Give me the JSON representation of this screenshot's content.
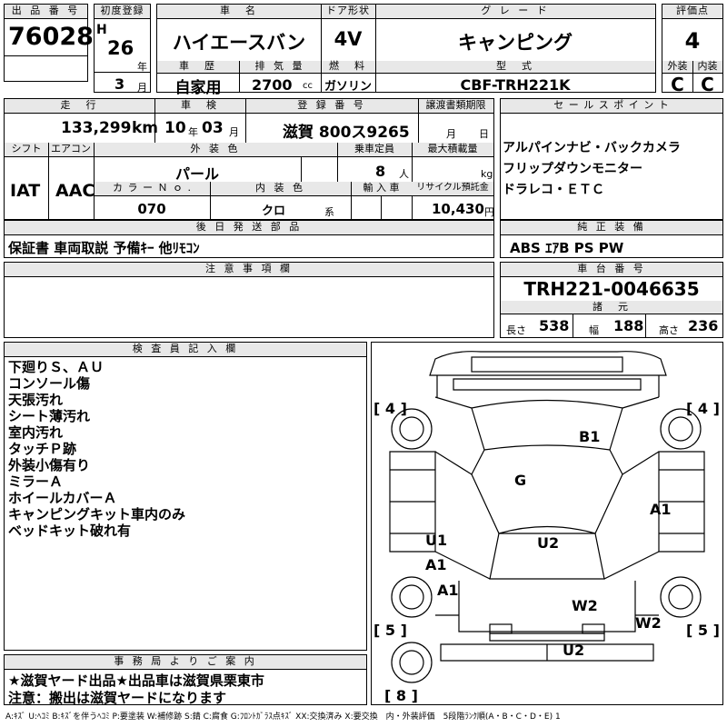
{
  "header": {
    "lot_no_label": "出 品 番 号",
    "lot_no": "76028",
    "first_reg_label": "初度登録",
    "era": "H",
    "year": "26",
    "year_unit": "年",
    "month": "3",
    "month_unit": "月",
    "car_name_label": "車　名",
    "car_name": "ハイエースバン",
    "doors_label": "ドア形状",
    "doors": "4V",
    "grade_label": "グ レ ー ド",
    "grade": "キャンピング",
    "score_label": "評価点",
    "score": "4",
    "history_label": "車　歴",
    "history": "自家用",
    "displacement_label": "排 気 量",
    "displacement": "2700",
    "displacement_unit": "cc",
    "fuel_label": "燃　料",
    "fuel": "ガソリン",
    "model_label": "型　式",
    "model": "CBF-TRH221K",
    "exterior_label": "外装",
    "exterior": "C",
    "interior_label": "内装",
    "interior": "C"
  },
  "specs": {
    "mileage_label": "走　行",
    "mileage": "133,299",
    "mileage_unit": "km",
    "inspection_label": "車　検",
    "inspection_year": "10",
    "inspection_year_unit": "年",
    "inspection_month": "03",
    "inspection_month_unit": "月",
    "plate_label": "登 録 番 号",
    "plate": "滋賀 800ス9265",
    "transfer_label": "譲渡書類期限",
    "transfer_month_unit": "月",
    "transfer_day_unit": "日",
    "shift_label": "シフト",
    "shift": "IAT",
    "ac_label": "エアコン",
    "ac": "AAC",
    "color_label": "外 装 色",
    "color": "パール",
    "capacity_label": "乗車定員",
    "capacity": "8",
    "capacity_unit": "人",
    "load_label": "最大積載量",
    "load_unit": "kg",
    "color_no_label": "カ ラ ー Ｎ ｏ .",
    "color_no": "070",
    "interior_color_label": "内 装 色",
    "interior_color": "クロ",
    "interior_color_unit": "系",
    "import_label": "輸 入 車",
    "recycle_label": "リサイクル預託金",
    "recycle": "10,430",
    "recycle_unit": "円"
  },
  "sales_points": {
    "label": "セ ー ル ス ポ イ ン ト",
    "lines": [
      "アルパインナビ・バックカメラ",
      "フリップダウンモニター",
      "ドラレコ・ＥＴＣ"
    ]
  },
  "accessories": {
    "label": "後 日 発 送 部 品",
    "value": "保証書 車両取説 予備ｷｰ 他ﾘﾓｺﾝ"
  },
  "equipment": {
    "label": "純 正 装 備",
    "value": "ABS ｴｱB PS PW"
  },
  "notes": {
    "label": "注 意 事 項 欄"
  },
  "chassis": {
    "label": "車 台 番 号",
    "value": "TRH221-0046635",
    "dims_label": "諸　元",
    "length_label": "長さ",
    "length": "538",
    "width_label": "幅",
    "width": "188",
    "height_label": "高さ",
    "height": "236"
  },
  "inspector": {
    "label": "検 査 員 記 入 欄",
    "lines": [
      "下廻りＳ、ＡＵ",
      "コンソール傷",
      "天張汚れ",
      "シート薄汚れ",
      "室内汚れ",
      "タッチＰ跡",
      "外装小傷有り",
      "ミラーＡ",
      "ホイールカバーＡ",
      "キャンピングキット車内のみ",
      "ベッドキット破れ有"
    ]
  },
  "diagram": {
    "marks": {
      "b1": "B1",
      "g": "G",
      "a1_right": "A1",
      "u1": "U1",
      "a1_left_upper": "A1",
      "u2_mid": "U2",
      "a1_left_lower": "A1",
      "w2_mid": "W2",
      "w2_right": "W2",
      "u2_bottom": "U2"
    },
    "tires": {
      "front_left": "4",
      "front_right": "4",
      "rear_left": "5",
      "rear_right": "5",
      "spare": "8"
    }
  },
  "office": {
    "label": "事 務 局 よ り ご 案 内",
    "line1": "★滋賀ヤード出品★出品車は滋賀県栗東市",
    "line2": "注意：搬出は滋賀ヤードになります"
  },
  "legend": "A:ｷｽﾞ U:ﾍｺﾐ B:ｷｽﾞを伴うﾍｺﾐ P:要塗装 W:補修跡 S:錆 C:腐食 G:ﾌﾛﾝﾄｶﾞﾗｽ点ｷｽﾞ XX:交換済み X:要交換　内・外装評価　5段階ﾗﾝｸ順(A・B・C・D・E) 1"
}
